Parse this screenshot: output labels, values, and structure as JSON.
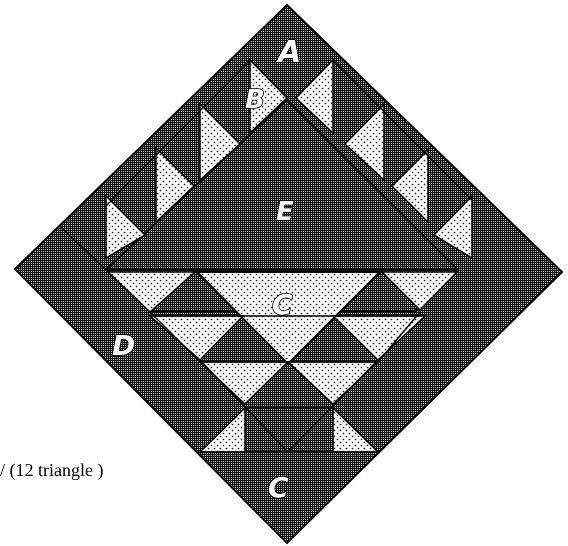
{
  "diagram": {
    "labels": {
      "a": "A",
      "b": "B",
      "e": "E",
      "c_top": "C",
      "d": "D",
      "c_bottom": "C"
    },
    "caption": "/ (12 triangle )"
  },
  "colors": {
    "dark_fabric": "#2f2f2f",
    "light_fabric": "#f3f3f3",
    "outline": "#000000"
  }
}
